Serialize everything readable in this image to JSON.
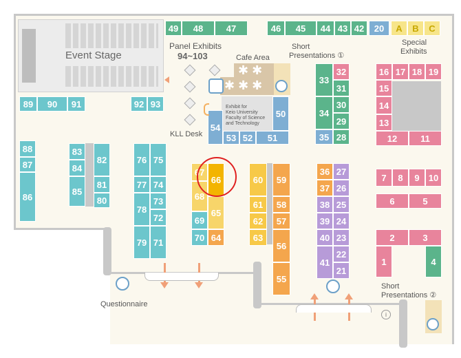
{
  "labels": {
    "event_stage": "Event Stage",
    "panel_exhibits": "Panel Exhibits",
    "panel_range": "94~103",
    "cafe_area": "Cafe Area",
    "short_presentations_1": "Short",
    "short_presentations_1b": "Presentations ①",
    "special_exhibits": "Special",
    "special_exhibits_b": "Exhibits",
    "kll_desk": "KLL Desk",
    "keio_exhibit": "Exhibit for\nKeio University\nFaculty of Science\nand Technology",
    "short_presentations_2": "Short",
    "short_presentations_2b": "Presentations ②",
    "questionnaire": "Questionnaire"
  },
  "booths": {
    "b49": "49",
    "b48": "48",
    "b47": "47",
    "b46": "46",
    "b45": "45",
    "b44": "44",
    "b43": "43",
    "b42": "42",
    "b20": "20",
    "bA": "A",
    "bB": "B",
    "bC": "C",
    "b89": "89",
    "b90": "90",
    "b91": "91",
    "b92": "92",
    "b93": "93",
    "b32": "32",
    "b33": "33",
    "b31": "31",
    "b30": "30",
    "b34": "34",
    "b29": "29",
    "b35": "35",
    "b28": "28",
    "b16": "16",
    "b17": "17",
    "b18": "18",
    "b19": "19",
    "b15": "15",
    "b14": "14",
    "b13": "13",
    "b12": "12",
    "b11": "11",
    "b50": "50",
    "b54": "54",
    "b53": "53",
    "b52": "52",
    "b51": "51",
    "b88": "88",
    "b87": "87",
    "b86": "86",
    "b83": "83",
    "b82": "82",
    "b84": "84",
    "b81": "81",
    "b85": "85",
    "b80": "80",
    "b76": "76",
    "b75": "75",
    "b77": "77",
    "b74": "74",
    "b78": "78",
    "b73": "73",
    "b72": "72",
    "b79": "79",
    "b71": "71",
    "b67": "67",
    "b66": "66",
    "b68": "68",
    "b65": "65",
    "b69": "69",
    "b70": "70",
    "b64": "64",
    "b60": "60",
    "b59": "59",
    "b61": "61",
    "b58": "58",
    "b62": "62",
    "b57": "57",
    "b63": "63",
    "b56": "56",
    "b55": "55",
    "b36": "36",
    "b27": "27",
    "b37": "37",
    "b26": "26",
    "b38": "38",
    "b25": "25",
    "b39": "39",
    "b24": "24",
    "b40": "40",
    "b23": "23",
    "b41": "41",
    "b22": "22",
    "b21": "21",
    "b7": "7",
    "b8": "8",
    "b9": "9",
    "b10": "10",
    "b6": "6",
    "b5": "5",
    "b2": "2",
    "b3": "3",
    "b1": "1",
    "b4": "4"
  },
  "highlighted_booth": "66",
  "colors": {
    "green": "#5bb48b",
    "pink": "#e8849c",
    "teal": "#6cc6cc",
    "blue": "#7eaed3",
    "yellow": "#f7c948",
    "orange": "#f4a64d",
    "purple": "#b79bd8",
    "gray": "#cccccc",
    "highlight": "#f3b400",
    "highlight_ring": "#e02020"
  }
}
